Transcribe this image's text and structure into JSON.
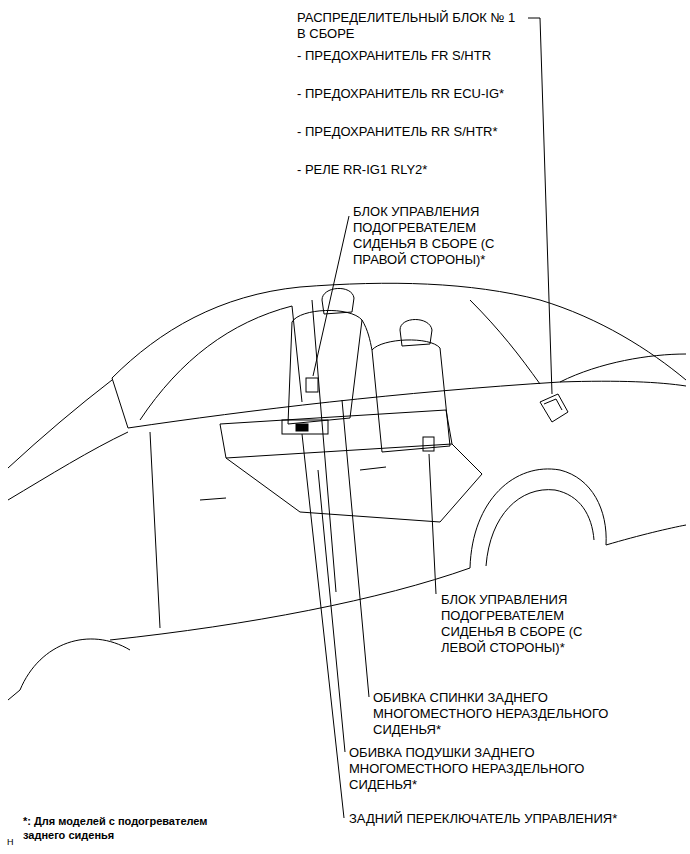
{
  "diagram": {
    "labels": [
      "РАСПРЕДЕЛИТЕЛЬНЫЙ БЛОК № 1 В СБОРЕ",
      "- ПРЕДОХРАНИТЕЛЬ FR S/HTR",
      "- ПРЕДОХРАНИТЕЛЬ RR ECU-IG*",
      "- ПРЕДОХРАНИТЕЛЬ RR S/HTR*",
      "- РЕЛЕ RR-IG1 RLY2*",
      "БЛОК УПРАВЛЕНИЯ ПОДОГРЕВАТЕЛЕМ СИДЕНЬЯ В СБОРЕ (С ПРАВОЙ СТОРОНЫ)*",
      "БЛОК УПРАВЛЕНИЯ ПОДОГРЕВАТЕЛЕМ СИДЕНЬЯ В СБОРЕ (С ЛЕВОЙ СТОРОНЫ)*",
      "ОБИВКА СПИНКИ ЗАДНЕГО МНОГОМЕСТНОГО НЕРАЗДЕЛЬНОГО СИДЕНЬЯ*",
      "ОБИВКА ПОДУШКИ ЗАДНЕГО МНОГОМЕСТНОГО НЕРАЗДЕЛЬНОГО СИДЕНЬЯ*",
      "ЗАДНИЙ ПЕРЕКЛЮЧАТЕЛЬ УПРАВЛЕНИЯ*",
      "*: Для моделей с подогревателем заднего сиденья",
      "H"
    ]
  }
}
